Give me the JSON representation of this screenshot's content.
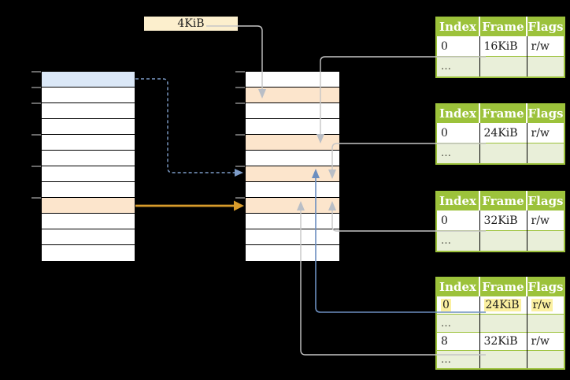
{
  "colors": {
    "header_green": "#9CC23B",
    "row_green": "#E9EFD9",
    "cell_blue": "#DBE8F7",
    "cell_orange": "#FCE5CC",
    "box_cream": "#FCEFCD",
    "highlight_yellow": "#FBF0A0",
    "connector_gray": "#C6C6C6",
    "arrow_gray": "#B9BEC6",
    "dashed_blue": "#7D9CC8",
    "solid_blue": "#6C8EBF",
    "arrow_orange": "#D89B2B",
    "tick_gray": "#8A8A8A",
    "dots_text": "#4A4A40"
  },
  "size_label": {
    "text": "4KiB"
  },
  "memory": {
    "virtual_rows": [
      "blue",
      "white",
      "white",
      "white",
      "white",
      "white",
      "white",
      "white",
      "orange",
      "white",
      "white",
      "white"
    ],
    "physical_rows": [
      "white",
      "orange",
      "white",
      "white",
      "orange",
      "white",
      "orange",
      "white",
      "orange",
      "white",
      "white",
      "white"
    ],
    "tick_row_indices": [
      0,
      1,
      2,
      4,
      6,
      8
    ]
  },
  "page_tables": [
    {
      "headers": [
        "Index",
        "Frame",
        "Flags"
      ],
      "rows": [
        {
          "cells": [
            "0",
            "16KiB",
            "r/w"
          ]
        },
        {
          "cells": [
            "…",
            "",
            ""
          ]
        }
      ]
    },
    {
      "headers": [
        "Index",
        "Frame",
        "Flags"
      ],
      "rows": [
        {
          "cells": [
            "0",
            "24KiB",
            "r/w"
          ]
        },
        {
          "cells": [
            "…",
            "",
            ""
          ]
        }
      ]
    },
    {
      "headers": [
        "Index",
        "Frame",
        "Flags"
      ],
      "rows": [
        {
          "cells": [
            "0",
            "32KiB",
            "r/w"
          ]
        },
        {
          "cells": [
            "…",
            "",
            ""
          ]
        }
      ]
    },
    {
      "headers": [
        "Index",
        "Frame",
        "Flags"
      ],
      "rows": [
        {
          "cells": [
            "0",
            "24KiB",
            "r/w"
          ],
          "highlight": true
        },
        {
          "cells": [
            "…",
            "",
            ""
          ]
        },
        {
          "cells": [
            "8",
            "32KiB",
            "r/w"
          ]
        },
        {
          "cells": [
            "…",
            "",
            ""
          ]
        }
      ]
    }
  ]
}
